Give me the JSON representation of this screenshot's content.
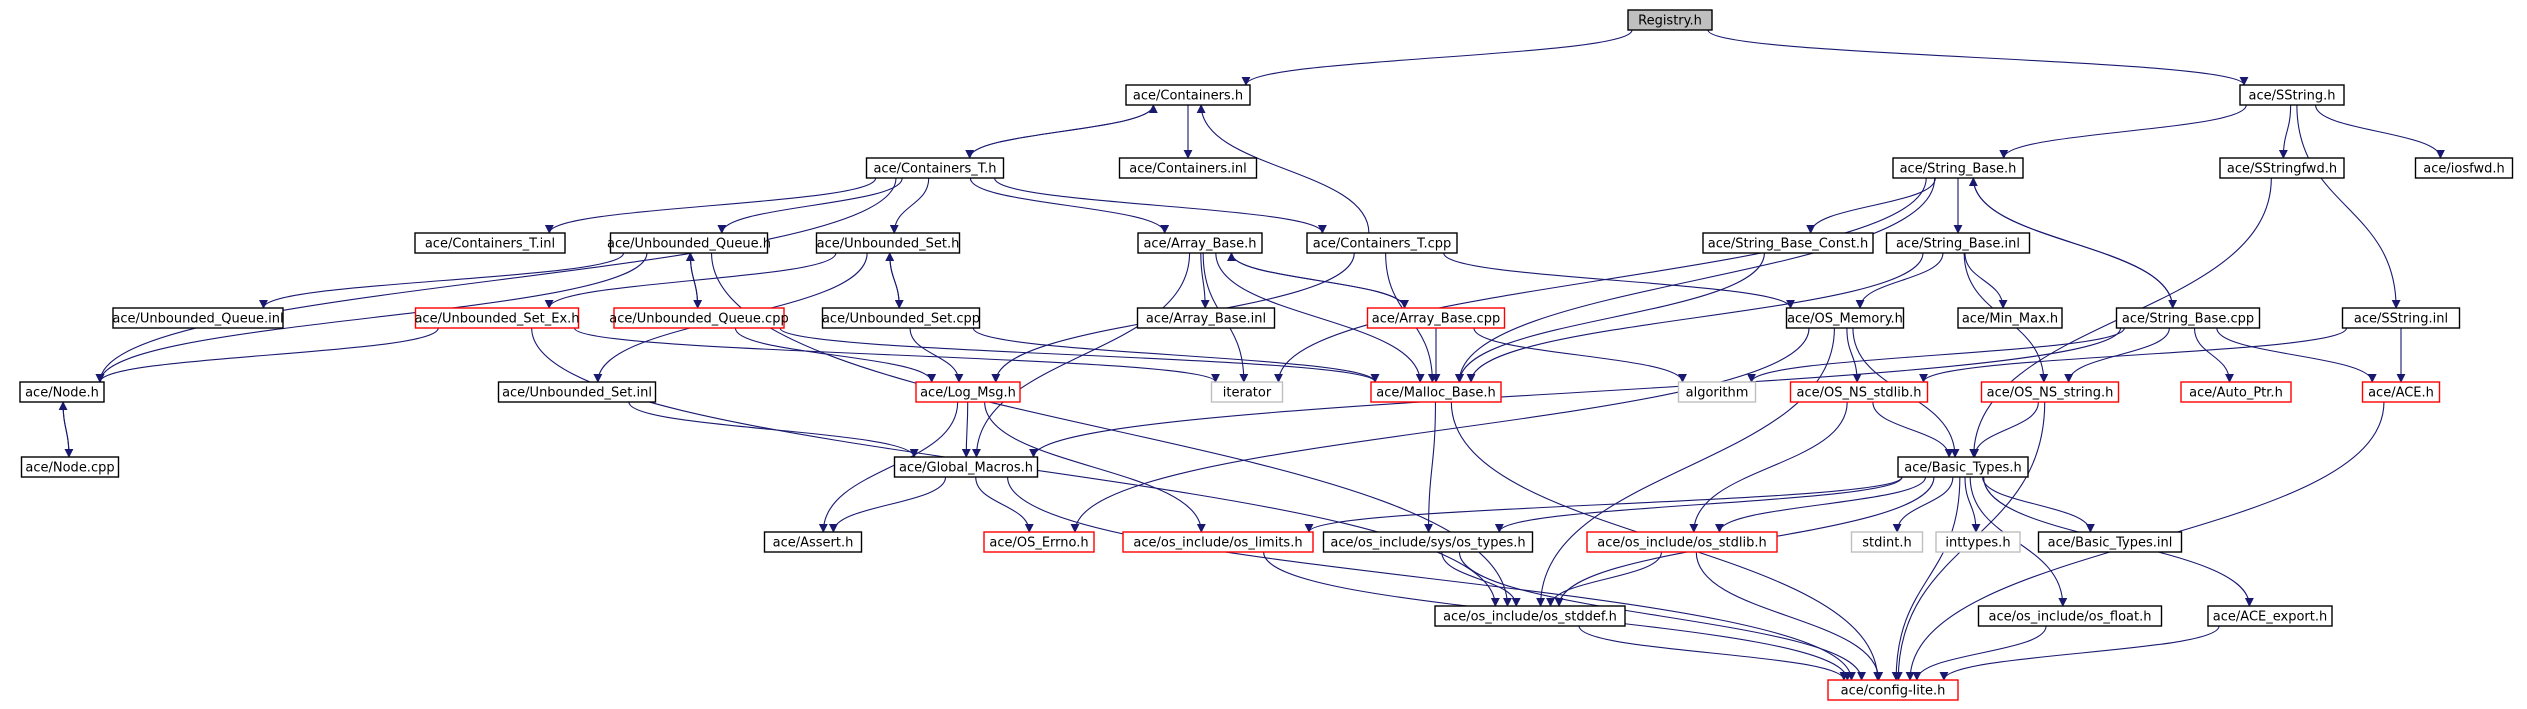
{
  "graph": {
    "edge_color": "#191970",
    "nodes": [
      {
        "id": "registry",
        "label": "Registry.h",
        "style": "root"
      },
      {
        "id": "containers",
        "label": "ace/Containers.h",
        "style": "normal"
      },
      {
        "id": "sstring",
        "label": "ace/SString.h",
        "style": "normal"
      },
      {
        "id": "containers_t",
        "label": "ace/Containers_T.h",
        "style": "normal"
      },
      {
        "id": "containers_inl",
        "label": "ace/Containers.inl",
        "style": "normal"
      },
      {
        "id": "string_base",
        "label": "ace/String_Base.h",
        "style": "normal"
      },
      {
        "id": "sstringfwd",
        "label": "ace/SStringfwd.h",
        "style": "normal"
      },
      {
        "id": "iosfwd",
        "label": "ace/iosfwd.h",
        "style": "normal"
      },
      {
        "id": "containers_t_inl",
        "label": "ace/Containers_T.inl",
        "style": "normal"
      },
      {
        "id": "unbounded_queue",
        "label": "ace/Unbounded_Queue.h",
        "style": "normal"
      },
      {
        "id": "unbounded_set",
        "label": "ace/Unbounded_Set.h",
        "style": "normal"
      },
      {
        "id": "array_base",
        "label": "ace/Array_Base.h",
        "style": "normal"
      },
      {
        "id": "containers_t_cpp",
        "label": "ace/Containers_T.cpp",
        "style": "normal"
      },
      {
        "id": "string_base_const",
        "label": "ace/String_Base_Const.h",
        "style": "normal"
      },
      {
        "id": "string_base_inl",
        "label": "ace/String_Base.inl",
        "style": "normal"
      },
      {
        "id": "unbounded_queue_inl",
        "label": "ace/Unbounded_Queue.inl",
        "style": "normal"
      },
      {
        "id": "unbounded_set_ex",
        "label": "ace/Unbounded_Set_Ex.h",
        "style": "red"
      },
      {
        "id": "unbounded_queue_cpp",
        "label": "ace/Unbounded_Queue.cpp",
        "style": "red"
      },
      {
        "id": "unbounded_set_cpp",
        "label": "ace/Unbounded_Set.cpp",
        "style": "normal"
      },
      {
        "id": "array_base_inl",
        "label": "ace/Array_Base.inl",
        "style": "normal"
      },
      {
        "id": "array_base_cpp",
        "label": "ace/Array_Base.cpp",
        "style": "red"
      },
      {
        "id": "os_memory",
        "label": "ace/OS_Memory.h",
        "style": "normal"
      },
      {
        "id": "min_max",
        "label": "ace/Min_Max.h",
        "style": "normal"
      },
      {
        "id": "string_base_cpp",
        "label": "ace/String_Base.cpp",
        "style": "normal"
      },
      {
        "id": "sstring_inl",
        "label": "ace/SString.inl",
        "style": "normal"
      },
      {
        "id": "node_h",
        "label": "ace/Node.h",
        "style": "normal"
      },
      {
        "id": "unbounded_set_inl",
        "label": "ace/Unbounded_Set.inl",
        "style": "normal"
      },
      {
        "id": "log_msg",
        "label": "ace/Log_Msg.h",
        "style": "red"
      },
      {
        "id": "iterator",
        "label": "iterator",
        "style": "gray"
      },
      {
        "id": "malloc_base",
        "label": "ace/Malloc_Base.h",
        "style": "red"
      },
      {
        "id": "algorithm",
        "label": "algorithm",
        "style": "gray"
      },
      {
        "id": "os_ns_stdlib",
        "label": "ace/OS_NS_stdlib.h",
        "style": "red"
      },
      {
        "id": "os_ns_string",
        "label": "ace/OS_NS_string.h",
        "style": "red"
      },
      {
        "id": "auto_ptr",
        "label": "ace/Auto_Ptr.h",
        "style": "red"
      },
      {
        "id": "ace_h",
        "label": "ace/ACE.h",
        "style": "red"
      },
      {
        "id": "node_cpp",
        "label": "ace/Node.cpp",
        "style": "normal"
      },
      {
        "id": "global_macros",
        "label": "ace/Global_Macros.h",
        "style": "normal"
      },
      {
        "id": "basic_types",
        "label": "ace/Basic_Types.h",
        "style": "normal"
      },
      {
        "id": "assert_h",
        "label": "ace/Assert.h",
        "style": "normal"
      },
      {
        "id": "os_errno",
        "label": "ace/OS_Errno.h",
        "style": "red"
      },
      {
        "id": "os_limits",
        "label": "ace/os_include/os_limits.h",
        "style": "red"
      },
      {
        "id": "sys_types",
        "label": "ace/os_include/sys/os_types.h",
        "style": "normal"
      },
      {
        "id": "os_stdlib",
        "label": "ace/os_include/os_stdlib.h",
        "style": "red"
      },
      {
        "id": "stdint",
        "label": "stdint.h",
        "style": "gray"
      },
      {
        "id": "inttypes",
        "label": "inttypes.h",
        "style": "gray"
      },
      {
        "id": "basic_types_inl",
        "label": "ace/Basic_Types.inl",
        "style": "normal"
      },
      {
        "id": "os_stddef",
        "label": "ace/os_include/os_stddef.h",
        "style": "normal"
      },
      {
        "id": "os_float",
        "label": "ace/os_include/os_float.h",
        "style": "normal"
      },
      {
        "id": "ace_export",
        "label": "ace/ACE_export.h",
        "style": "normal"
      },
      {
        "id": "config_lite",
        "label": "ace/config-lite.h",
        "style": "red"
      }
    ],
    "edges": [
      [
        "registry",
        "containers"
      ],
      [
        "registry",
        "sstring"
      ],
      [
        "containers",
        "containers_t"
      ],
      [
        "containers",
        "containers_inl"
      ],
      [
        "containers_t",
        "containers"
      ],
      [
        "containers_t_cpp",
        "containers"
      ],
      [
        "sstring",
        "string_base"
      ],
      [
        "sstring",
        "sstringfwd"
      ],
      [
        "sstring",
        "iosfwd"
      ],
      [
        "sstring",
        "sstring_inl"
      ],
      [
        "containers_t",
        "containers_t_inl"
      ],
      [
        "containers_t",
        "unbounded_queue"
      ],
      [
        "containers_t",
        "unbounded_set"
      ],
      [
        "containers_t",
        "array_base"
      ],
      [
        "containers_t",
        "containers_t_cpp"
      ],
      [
        "containers_t",
        "node_h"
      ],
      [
        "unbounded_queue",
        "unbounded_queue_inl"
      ],
      [
        "unbounded_queue",
        "unbounded_queue_cpp"
      ],
      [
        "unbounded_queue_cpp",
        "unbounded_queue"
      ],
      [
        "unbounded_queue",
        "node_h"
      ],
      [
        "unbounded_queue",
        "os_stddef"
      ],
      [
        "unbounded_set",
        "unbounded_set_ex"
      ],
      [
        "unbounded_set",
        "unbounded_set_cpp"
      ],
      [
        "unbounded_set_cpp",
        "unbounded_set"
      ],
      [
        "unbounded_set",
        "unbounded_set_inl"
      ],
      [
        "unbounded_set_ex",
        "node_h"
      ],
      [
        "unbounded_set_ex",
        "iterator"
      ],
      [
        "unbounded_set_ex",
        "os_stddef"
      ],
      [
        "unbounded_queue_cpp",
        "malloc_base"
      ],
      [
        "unbounded_queue_cpp",
        "log_msg"
      ],
      [
        "unbounded_set_cpp",
        "log_msg"
      ],
      [
        "unbounded_set_cpp",
        "malloc_base"
      ],
      [
        "array_base",
        "array_base_inl"
      ],
      [
        "array_base",
        "array_base_cpp"
      ],
      [
        "array_base_cpp",
        "array_base"
      ],
      [
        "array_base",
        "iterator"
      ],
      [
        "array_base",
        "malloc_base"
      ],
      [
        "array_base",
        "global_macros"
      ],
      [
        "array_base_cpp",
        "malloc_base"
      ],
      [
        "array_base_cpp",
        "algorithm"
      ],
      [
        "containers_t_cpp",
        "log_msg"
      ],
      [
        "containers_t_cpp",
        "malloc_base"
      ],
      [
        "containers_t_cpp",
        "os_memory"
      ],
      [
        "string_base",
        "string_base_const"
      ],
      [
        "string_base",
        "string_base_inl"
      ],
      [
        "string_base",
        "malloc_base"
      ],
      [
        "string_base",
        "string_base_cpp"
      ],
      [
        "string_base_cpp",
        "string_base"
      ],
      [
        "string_base",
        "iterator"
      ],
      [
        "string_base_const",
        "malloc_base"
      ],
      [
        "string_base_inl",
        "malloc_base"
      ],
      [
        "string_base_inl",
        "os_memory"
      ],
      [
        "string_base_inl",
        "min_max"
      ],
      [
        "string_base_inl",
        "os_ns_string"
      ],
      [
        "string_base_cpp",
        "os_ns_string"
      ],
      [
        "string_base_cpp",
        "auto_ptr"
      ],
      [
        "string_base_cpp",
        "ace_h"
      ],
      [
        "string_base_cpp",
        "algorithm"
      ],
      [
        "string_base_cpp",
        "global_macros"
      ],
      [
        "sstring_inl",
        "ace_h"
      ],
      [
        "sstring_inl",
        "os_ns_stdlib"
      ],
      [
        "sstringfwd",
        "basic_types"
      ],
      [
        "os_memory",
        "os_ns_stdlib"
      ],
      [
        "os_memory",
        "basic_types"
      ],
      [
        "os_memory",
        "os_errno"
      ],
      [
        "os_memory",
        "os_stddef"
      ],
      [
        "node_h",
        "node_cpp"
      ],
      [
        "node_cpp",
        "node_h"
      ],
      [
        "unbounded_set_inl",
        "global_macros"
      ],
      [
        "log_msg",
        "global_macros"
      ],
      [
        "log_msg",
        "assert_h"
      ],
      [
        "log_msg",
        "os_limits"
      ],
      [
        "malloc_base",
        "sys_types"
      ],
      [
        "malloc_base",
        "config_lite"
      ],
      [
        "os_ns_stdlib",
        "basic_types"
      ],
      [
        "os_ns_stdlib",
        "os_stdlib"
      ],
      [
        "os_ns_string",
        "basic_types"
      ],
      [
        "os_ns_string",
        "config_lite"
      ],
      [
        "ace_h",
        "config_lite"
      ],
      [
        "global_macros",
        "assert_h"
      ],
      [
        "global_macros",
        "os_errno"
      ],
      [
        "global_macros",
        "config_lite"
      ],
      [
        "basic_types",
        "os_limits"
      ],
      [
        "basic_types",
        "sys_types"
      ],
      [
        "basic_types",
        "os_stdlib"
      ],
      [
        "basic_types",
        "stdint"
      ],
      [
        "basic_types",
        "inttypes"
      ],
      [
        "basic_types",
        "basic_types_inl"
      ],
      [
        "basic_types",
        "os_stddef"
      ],
      [
        "basic_types",
        "os_float"
      ],
      [
        "basic_types",
        "ace_export"
      ],
      [
        "basic_types",
        "config_lite"
      ],
      [
        "os_limits",
        "config_lite"
      ],
      [
        "sys_types",
        "os_stddef"
      ],
      [
        "sys_types",
        "config_lite"
      ],
      [
        "os_stdlib",
        "os_stddef"
      ],
      [
        "os_stdlib",
        "config_lite"
      ],
      [
        "os_stddef",
        "config_lite"
      ],
      [
        "os_float",
        "config_lite"
      ],
      [
        "ace_export",
        "config_lite"
      ]
    ]
  }
}
